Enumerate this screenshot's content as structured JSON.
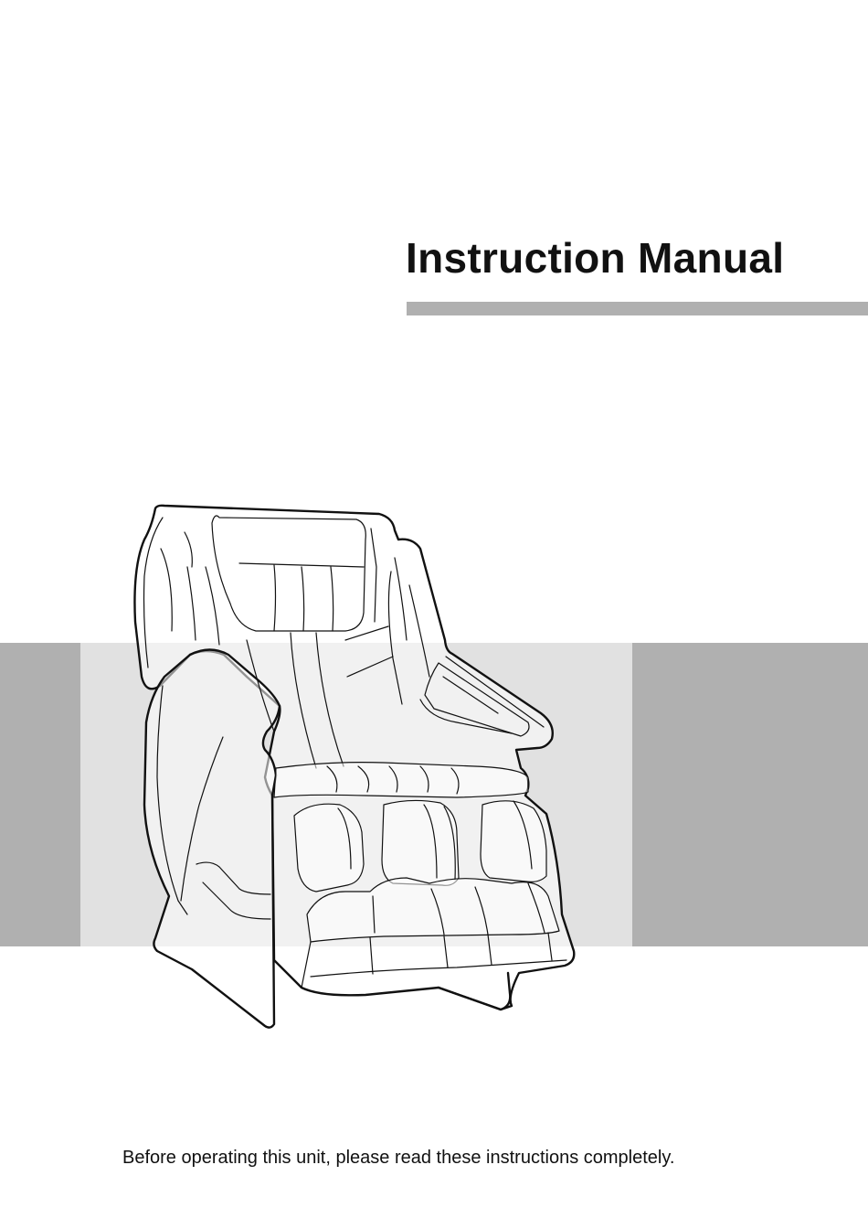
{
  "cover": {
    "title": "Instruction Manual",
    "notice": "Before operating this unit, please read these instructions completely.",
    "illustration": "massage-chair-line-drawing",
    "colors": {
      "title_rule": "#b0b0b0",
      "band_dark": "#b0b0b0",
      "band_light": "#e1e1e1"
    }
  }
}
